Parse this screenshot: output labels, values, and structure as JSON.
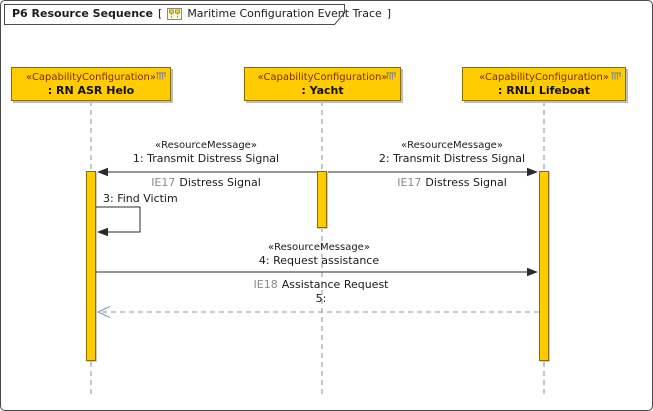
{
  "frame": {
    "title": "P6 Resource Sequence",
    "bracket_open": "[",
    "diagram_name": "Maritime Configuration Event Trace",
    "bracket_close": "]"
  },
  "lifelines": [
    {
      "stereotype": "«CapabilityConfiguration»",
      "name": ": RN ASR Helo"
    },
    {
      "stereotype": "«CapabilityConfiguration»",
      "name": ": Yacht"
    },
    {
      "stereotype": "«CapabilityConfiguration»",
      "name": ": RNLI Lifeboat"
    }
  ],
  "messages": {
    "m1": {
      "stereotype": "«ResourceMessage»",
      "name": "1: Transmit Distress Signal",
      "item_id": "IE17",
      "item_name": "Distress Signal"
    },
    "m2": {
      "stereotype": "«ResourceMessage»",
      "name": "2: Transmit Distress Signal",
      "item_id": "IE17",
      "item_name": "Distress Signal"
    },
    "m3": {
      "name": "3: Find Victim"
    },
    "m4": {
      "stereotype": "«ResourceMessage»",
      "name": "4: Request assistance",
      "item_id": "IE18",
      "item_name": "Assistance Request"
    },
    "m5": {
      "name": "5:"
    }
  },
  "icons": {
    "tab_icon": "sequence-diagram-icon",
    "lifeline_icon": "capability-configuration-icon"
  },
  "colors": {
    "element_fill": "#FFCC00",
    "element_border": "#8A6D00",
    "stereotype_text": "#7A2B10",
    "lifeline_line": "#7D93AD",
    "message_line": "#2B2B2B",
    "reply_line": "#8896A4",
    "item_id_text": "#8A8A8A"
  }
}
